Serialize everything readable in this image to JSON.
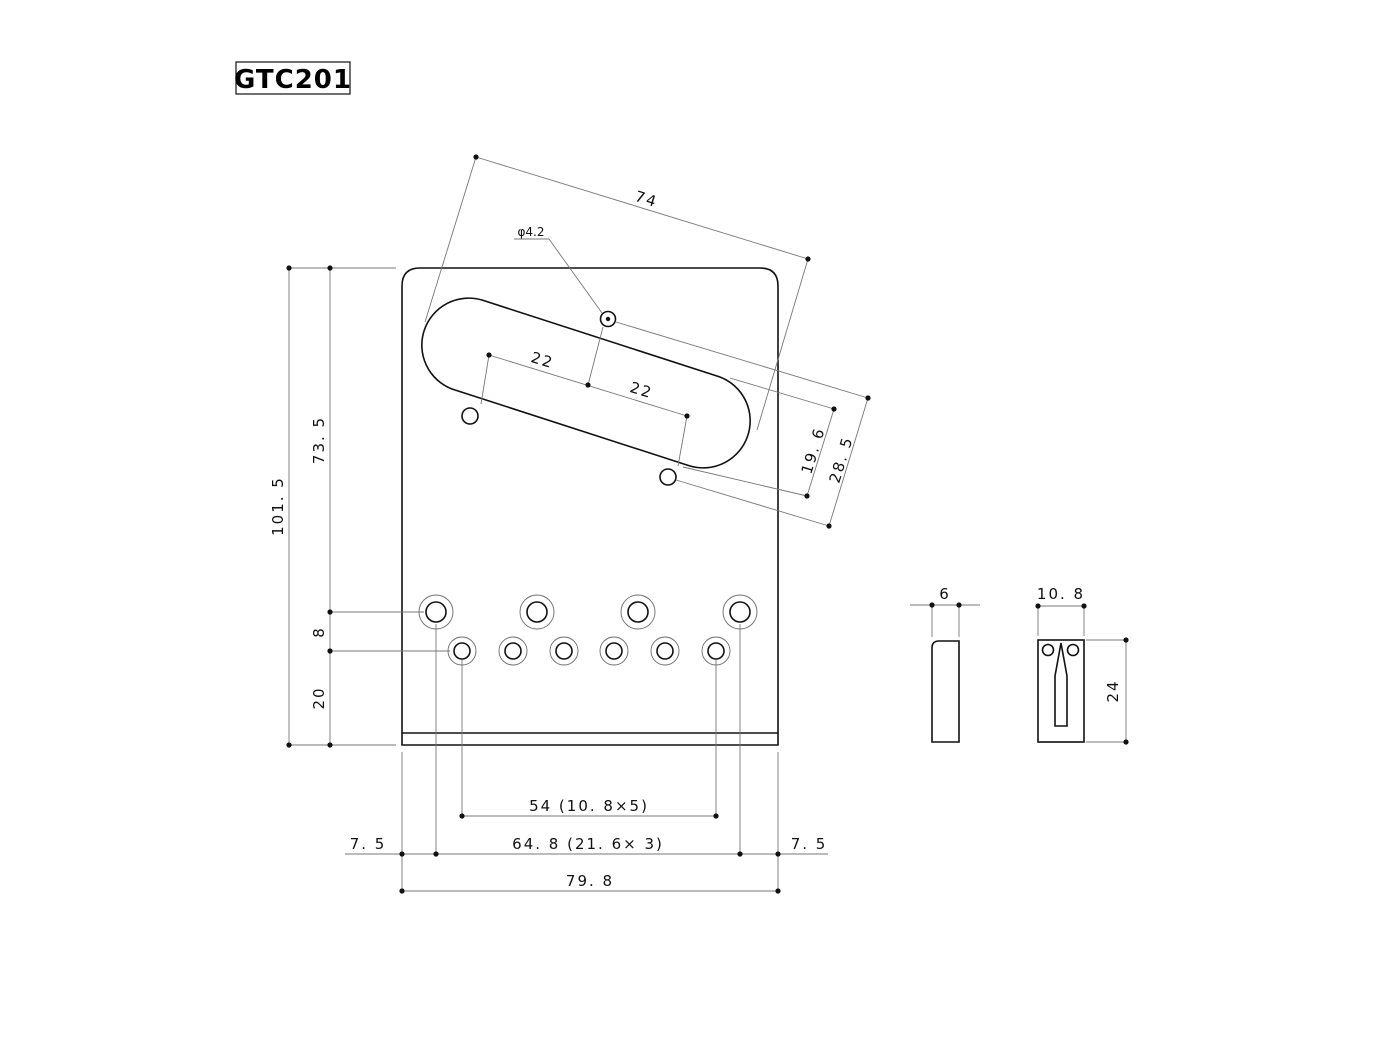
{
  "title": "GTC201",
  "dimensions": {
    "slot_length": "74",
    "hole_diameter": "φ4.2",
    "pitch_1": "22",
    "pitch_2": "22",
    "offset_19_6": "19. 6",
    "offset_28_5": "28. 5",
    "height_total": "101. 5",
    "height_upper": "73. 5",
    "height_8": "8",
    "height_20": "20",
    "span_54": "54 (10. 8×5)",
    "span_64_8": "64. 8 (21. 6× 3)",
    "margin_left": "7. 5",
    "margin_right": "7. 5",
    "width_total": "79. 8",
    "side_width": "6",
    "saddle_width": "10. 8",
    "saddle_height": "24"
  }
}
